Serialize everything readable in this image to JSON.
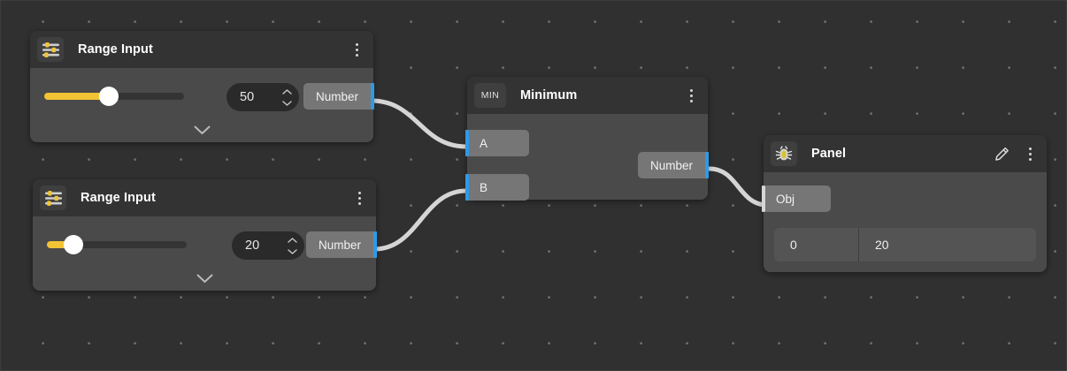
{
  "canvas": {
    "background_color": "#303030",
    "grid_dot_color": "#6e6e6e",
    "accent_color": "#2e9ae8",
    "slider_color": "#f2c435",
    "wire_color": "#d5d5d5"
  },
  "nodes": [
    {
      "id": "range-input-1",
      "title": "Range Input",
      "icon": "sliders-icon",
      "menu_icon": "kebab-menu-icon",
      "expand_icon": "chevron-down-icon",
      "slider": {
        "value": 50,
        "percent": 46
      },
      "number_field": {
        "value": "50",
        "stepper_up": "chevron-up-icon",
        "stepper_down": "chevron-down-icon"
      },
      "output_port": {
        "label": "Number",
        "color": "#2e9ae8"
      }
    },
    {
      "id": "range-input-2",
      "title": "Range Input",
      "icon": "sliders-icon",
      "menu_icon": "kebab-menu-icon",
      "expand_icon": "chevron-down-icon",
      "slider": {
        "value": 20,
        "percent": 19
      },
      "number_field": {
        "value": "20",
        "stepper_up": "chevron-up-icon",
        "stepper_down": "chevron-down-icon"
      },
      "output_port": {
        "label": "Number",
        "color": "#2e9ae8"
      }
    },
    {
      "id": "minimum",
      "title": "Minimum",
      "badge": "MIN",
      "menu_icon": "kebab-menu-icon",
      "input_ports": [
        {
          "label": "A",
          "color": "#2e9ae8"
        },
        {
          "label": "B",
          "color": "#2e9ae8"
        }
      ],
      "output_port": {
        "label": "Number",
        "color": "#2e9ae8"
      }
    },
    {
      "id": "panel",
      "title": "Panel",
      "icon": "bug-icon",
      "edit_icon": "pencil-icon",
      "menu_icon": "kebab-menu-icon",
      "input_port": {
        "label": "Obj",
        "color": "#d6d6d6"
      },
      "table": {
        "rows": [
          {
            "index": "0",
            "value": "20"
          }
        ]
      }
    }
  ]
}
